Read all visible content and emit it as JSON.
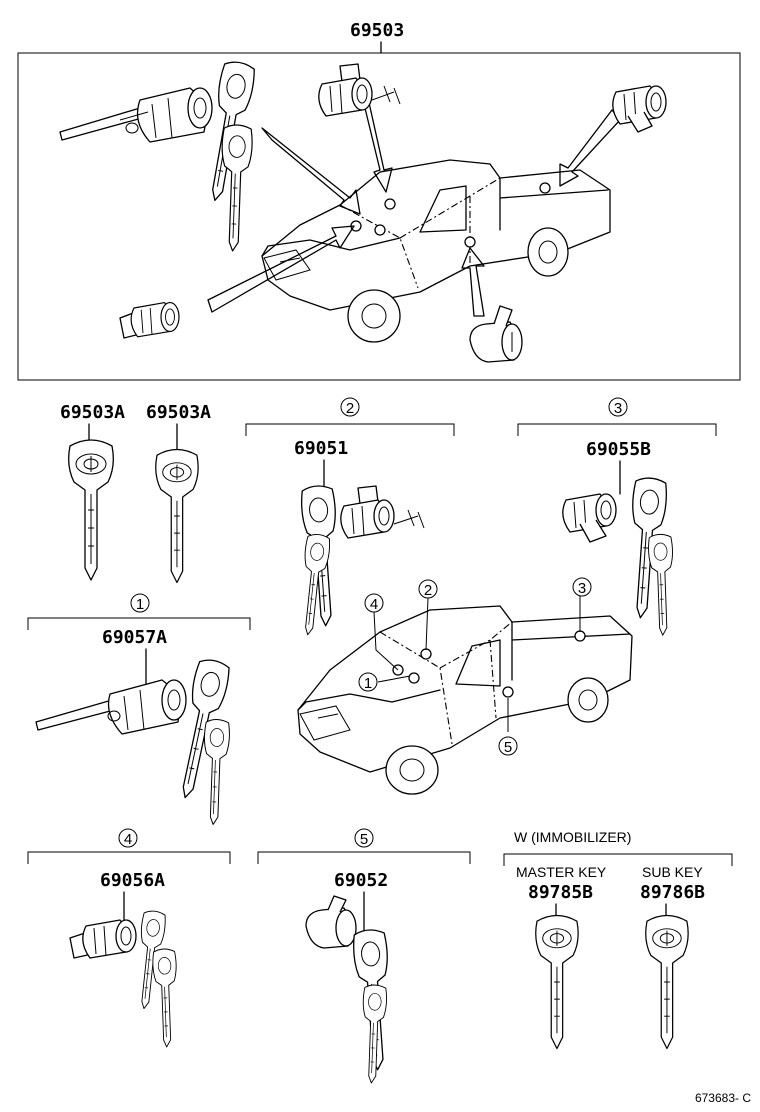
{
  "top_assembly": {
    "part_number": "69503"
  },
  "master_keys": [
    {
      "part_number": "69503A"
    },
    {
      "part_number": "69503A"
    }
  ],
  "groups": [
    {
      "index": "1",
      "part_number": "69057A"
    },
    {
      "index": "2",
      "part_number": "69051"
    },
    {
      "index": "3",
      "part_number": "69055B"
    },
    {
      "index": "4",
      "part_number": "69056A"
    },
    {
      "index": "5",
      "part_number": "69052"
    }
  ],
  "truck_callouts": [
    "1",
    "2",
    "3",
    "4",
    "5"
  ],
  "immobilizer": {
    "title": "W (IMMOBILIZER)",
    "master_key_label": "MASTER KEY",
    "master_key_part": "89785B",
    "sub_key_label": "SUB KEY",
    "sub_key_part": "89786B"
  },
  "diagram_ref": "673683- C"
}
